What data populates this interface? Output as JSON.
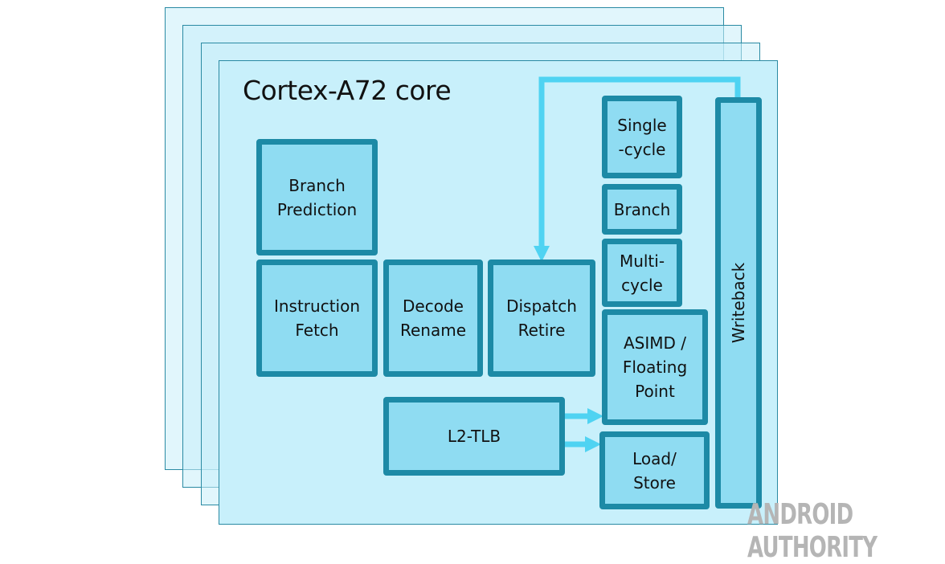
{
  "diagram": {
    "title": "Cortex-A72 core",
    "blocks": {
      "branch_prediction": "Branch\nPrediction",
      "instruction_fetch": "Instruction\nFetch",
      "decode_rename": "Decode\nRename",
      "dispatch_retire": "Dispatch\nRetire",
      "single_cycle": "Single\n-cycle",
      "branch": "Branch",
      "multi_cycle": "Multi-\ncycle",
      "asimd_fp": "ASIMD /\nFloating\nPoint",
      "load_store": "Load/\nStore",
      "l2_tlb": "L2-TLB",
      "writeback": "Writeback"
    },
    "colors": {
      "block_fill": "#8fdcf2",
      "block_border": "#1d8aa6",
      "arrow": "#4fd3f2",
      "core_bg": "#c8f0fb"
    }
  },
  "watermark": "ANDROID AUTHORITY"
}
